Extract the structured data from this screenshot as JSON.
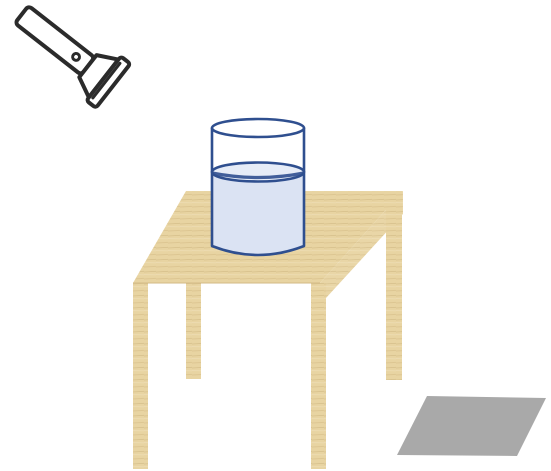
{
  "scene": {
    "title": "",
    "objects": [
      {
        "name": "flashlight",
        "icon": "flashlight-icon"
      },
      {
        "name": "table",
        "material": "wood"
      },
      {
        "name": "glass-of-water",
        "liquid": "water"
      },
      {
        "name": "gray-paper-square"
      }
    ]
  },
  "colors": {
    "background": "#ffffff",
    "outline": "#2b2b2b",
    "wood_light": "#e8d4a2",
    "wood_mid": "#dcc28b",
    "wood_shadow": "#cfb57f",
    "glass_outline": "#2f4f8f",
    "water_fill": "#dbe3f3",
    "water_top": "#e6ecf7",
    "paper": "#a9a9a9"
  }
}
